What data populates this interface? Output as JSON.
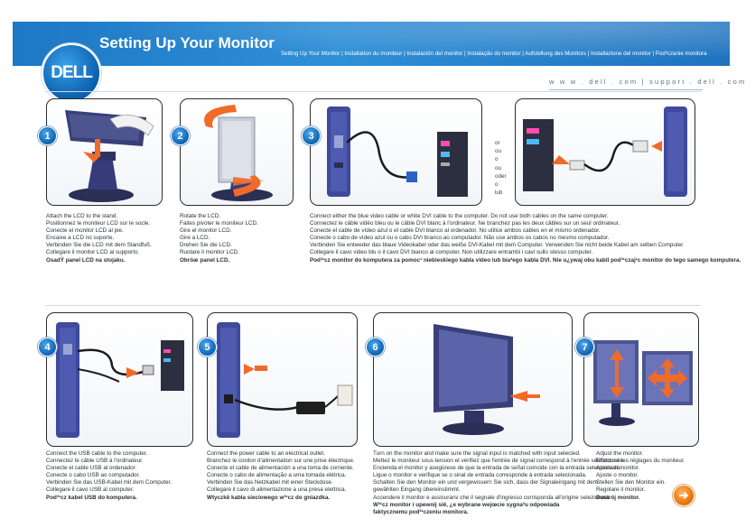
{
  "header": {
    "title": "Setting Up Your Monitor",
    "logo_text": "DELL",
    "languages": "Setting Up Your Monitor | Installation du moniteur | Instalación del monitor | Instalação do monitor | Aufstellung des Monitors | Installazione del monitor | Pod³czanie monitora",
    "websites": "w w w . dell . com   |   support . dell . com"
  },
  "steps": [
    {
      "number": "1",
      "lines": [
        "Attach the LCD to the stand.",
        "Positionnez le moniteur LCD sur le socle.",
        "Conecte el monitor LCD al pie.",
        "Encaixe a LCD no suporte.",
        "Verbinden Sie die LCD mit dem Standfuß.",
        "Collegare il monitor LCD al supporto."
      ],
      "bold": "OsadŸ panel LCD na stojaku."
    },
    {
      "number": "2",
      "lines": [
        "Rotate the LCD.",
        "Faites pivoter le moniteur LCD.",
        "Gire el monitor LCD.",
        "Gire a LCD.",
        "Drehen Sie die LCD.",
        "Ruotare il monitor LCD."
      ],
      "bold": "Obróæ panel LCD."
    },
    {
      "number": "3",
      "lines": [
        "Connect either the blue video cable or white DVI cable to the computer. Do not use both cables on the same computer.",
        "Connectez le câble vidéo bleu ou le câble DVI blanc à l'ordinateur. Ne branchez pas les deux câbles sur un seul ordinateur.",
        "Conecte el cable de vídeo azul o el cable DVI blanco al ordenador. No utilice ambos cables en el mismo ordenador.",
        "Conecte o cabo de vídeo azul ou o cabo DVI branco ao computador. Não use ambos os cabos no mesmo computador.",
        "Verbinden Sie entweder das blaue Videokabel oder das weiße DVI-Kabel mit dem Computer. Verwenden Sie nicht beide Kabel am selben Computer.",
        "Collegare il cavo video blu o il cavo DVI bianco al computer. Non utilizzare entrambi i cavi sullo stesso computer."
      ],
      "bold": "Pod³¹cz monitor do komputera za pomoc¹ niebieskiego kabla video lub bia³ego kabla DVI. Nie u¿ywaj obu kabli pod³¹czaj¹c monitor do tego samego komputera."
    },
    {
      "number": "4",
      "lines": [
        "Connect the USB cable to the computer.",
        "Connectez le câble USB à l'ordinateur.",
        "Conecte el cable USB al ordenador.",
        "Conecte o cabo USB ao computador.",
        "Verbinden Sie das USB-Kabel mit dem Computer.",
        "Collegare il cavo USB al computer."
      ],
      "bold": "Pod³¹cz kabel USB do komputera."
    },
    {
      "number": "5",
      "lines": [
        "Connect the power cable to an electrical outlet.",
        "Branchez le cordon d'alimentation sur une prise électrique.",
        "Conecte el cable de alimentación a una toma de corriente.",
        "Conecte o cabo de alimentação a uma tomada elétrica.",
        "Verbinden Sie das Netzkabel mit einer Steckdose.",
        "Collegare il cavo di alimentazione a una presa elettrica."
      ],
      "bold": "Wtyczkê kabla sieciowego w³¹cz do gniazdka."
    },
    {
      "number": "6",
      "lines": [
        "Turn on the monitor and make sure the signal input is matched with input selected.",
        "Mettez le moniteur sous tension et vérifiez que l'entrée de signal correspond à l'entrée sélectionnée.",
        "Encienda el monitor y asegúrese de que la entrada de señal coincide con la entrada seleccionada.",
        "Ligue o monitor e verifique se o sinal de entrada corresponde à entrada selecionada.",
        "Schalten Sie den Monitor ein und vergewissern Sie sich, dass der Signaleingang mit dem",
        "gewählten Eingang übereinstimmt.",
        "Accendere il monitor e assicurarsi che il segnale d'ingresso corrisponda all'origine selezionata."
      ],
      "bold": "W³¹cz monitor i upewnij siê, ¿e wybrane wejœcie sygna³u odpowiada faktycznemu pod³¹czeniu monitora."
    },
    {
      "number": "7",
      "lines": [
        "Adjust the monitor.",
        "Effectuez les réglages du moniteur.",
        "Ajuste el monitor.",
        "Ajuste o monitor.",
        "Stellen Sie den Monitor ein.",
        "Regolare il monitor."
      ],
      "bold": "Dostrój monitor."
    }
  ],
  "or_label": [
    "or",
    "ou",
    "o",
    "ou",
    "oder",
    "o",
    "lub"
  ],
  "colors": {
    "banner": "#1f78c6",
    "badge": "#0b5eab",
    "arrow": "#f06a2a",
    "next": "#e06a00"
  },
  "icons": {
    "next": "arrow-right-icon"
  }
}
